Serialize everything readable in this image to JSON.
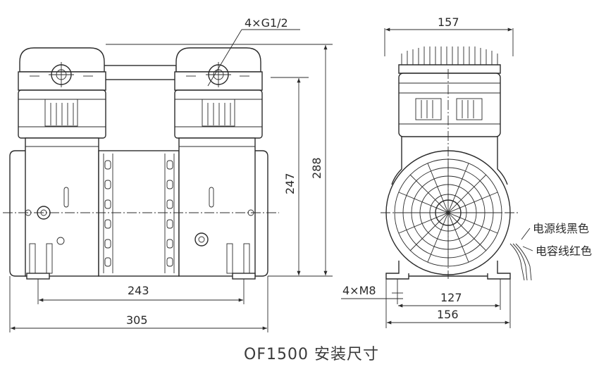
{
  "labels": {
    "port_callout": "4×G1/2",
    "front_height_inner": "247",
    "front_height_outer": "288",
    "front_width_inner": "243",
    "front_width_outer": "305",
    "side_width_top": "157",
    "mount_bolt": "4×M8",
    "side_width_inner": "127",
    "side_width_outer": "156",
    "wire_black": "电源线黑色",
    "wire_red": "电容线红色",
    "caption": "OF1500 安装尺寸"
  }
}
